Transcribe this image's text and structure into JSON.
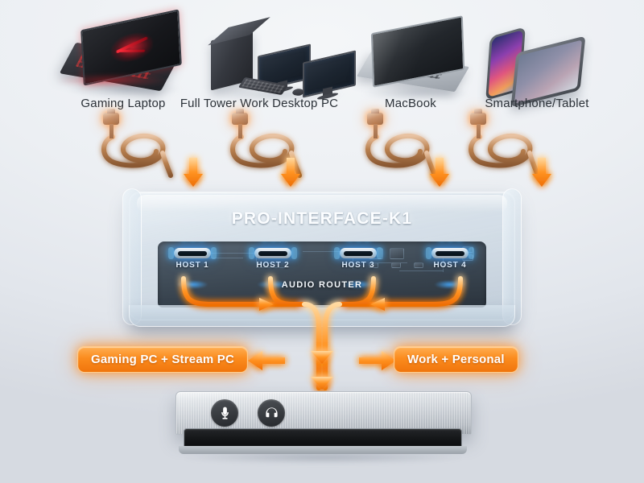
{
  "scene": {
    "title": "PRO-INTERFACE-K1 multi-host audio router diagram",
    "background_top": "#f4f6f8",
    "background_bottom": "#d6dae1",
    "accent_orange": "#fb8c1e",
    "accent_blue": "#4fc3ff"
  },
  "sources": [
    {
      "id": "gaming-laptop",
      "label": "Gaming Laptop"
    },
    {
      "id": "work-desktop",
      "label": "Full Tower Work Desktop PC"
    },
    {
      "id": "macbook",
      "label": "MacBook"
    },
    {
      "id": "smartphone-tablet",
      "label": "Smartphone/Tablet"
    }
  ],
  "hub": {
    "title": "PRO-INTERFACE-K1",
    "router_label": "AUDIO ROUTER",
    "ports": [
      {
        "id": "host-1",
        "label": "HOST 1"
      },
      {
        "id": "host-2",
        "label": "HOST 2"
      },
      {
        "id": "host-3",
        "label": "HOST 3"
      },
      {
        "id": "host-4",
        "label": "HOST 4"
      }
    ]
  },
  "callouts": [
    {
      "id": "left-callout",
      "label": "Gaming PC + Stream PC",
      "arrow": "arrow-left"
    },
    {
      "id": "right-callout",
      "label": "Work + Personal",
      "arrow": "arrow-right"
    }
  ],
  "audio_device": {
    "icons": [
      {
        "id": "microphone-icon",
        "name": "microphone"
      },
      {
        "id": "headphone-icon",
        "name": "headphones"
      }
    ]
  },
  "cables": [
    {
      "id": "cable-1",
      "connector": "usb-c-connector"
    },
    {
      "id": "cable-2",
      "connector": "usb-c-connector"
    },
    {
      "id": "cable-3",
      "connector": "usb-c-connector"
    },
    {
      "id": "cable-4",
      "connector": "usb-c-connector"
    }
  ]
}
